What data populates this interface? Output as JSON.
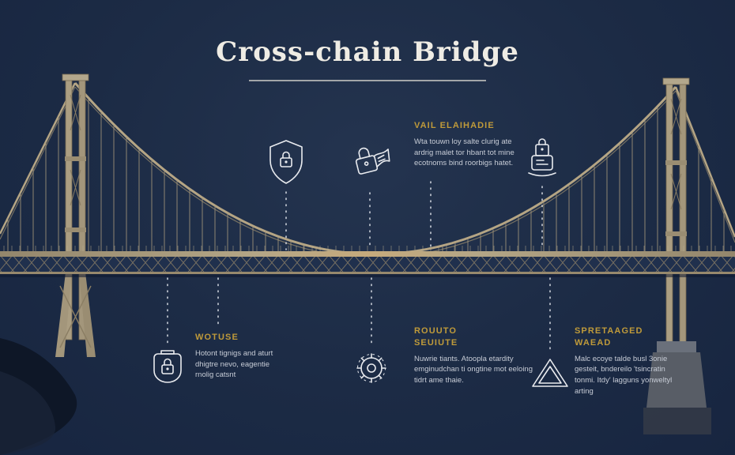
{
  "title": "Cross-chain Bridge",
  "callouts": {
    "validation": {
      "heading": "VAIL ELAIHADIE",
      "body": "Wta touwn loy salte clurig ate ardrig malet tor hbant tot mine ecotnoms bind roorbigs hatet."
    },
    "wotuse": {
      "heading": "WOTUSE",
      "body": "Hotont tignigs and aturt dhigtre nevo, eagentie rnolig catsnt"
    },
    "routing": {
      "heading": "ROUUTO SEUIUTE",
      "body": "Nuwrie tiants. Atoopla etardity emginudchan ti ongtine mot eeloing tidrt ame thaie."
    },
    "spread": {
      "heading": "SPRETAAGED WAEAD",
      "body": "Malc ecoye talde busl 3onie gesteit, bndereilo 'tsincratin tonmi. Itdy' lagguns yonweltyl arting"
    }
  },
  "icons": {
    "shield_lock": "shield-with-padlock",
    "padlock_banner": "padlock-with-banner",
    "document_lock": "padlock-on-document",
    "tag_lock": "padlock-in-tag",
    "gear": "gear-cog",
    "warning_triangle": "warning-triangle"
  },
  "colors": {
    "background": "#1c2b45",
    "accent_gold": "#bf9a3a",
    "body_text": "#c7ccd6",
    "title_text": "#efece4",
    "bridge_tan": "#a89a7c",
    "icon_stroke": "#e9ebef"
  }
}
